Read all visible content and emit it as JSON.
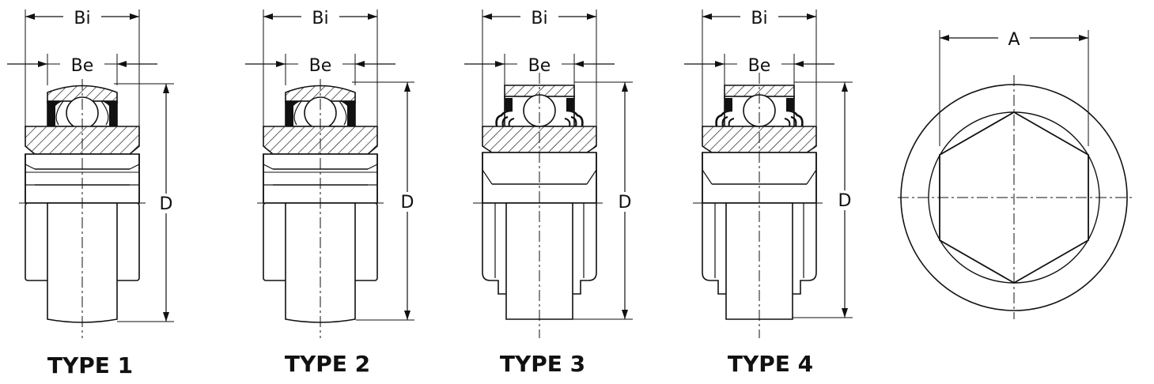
{
  "colors": {
    "ink": "#111111",
    "paper": "#ffffff"
  },
  "labels": {
    "bi": "Bi",
    "be": "Be",
    "d": "D",
    "a": "A"
  },
  "captions": [
    "TYPE 1",
    "TYPE 2",
    "TYPE 3",
    "TYPE 4"
  ]
}
